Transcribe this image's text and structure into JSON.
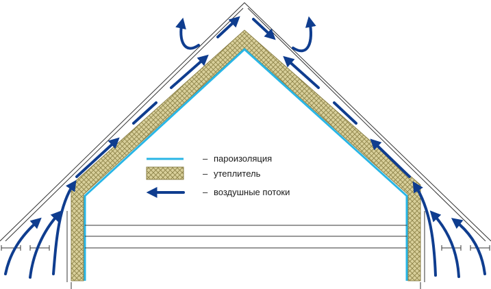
{
  "legend": {
    "vapor_barrier": "пароизоляция",
    "insulation": "утеплитель",
    "air_flow": "воздушные потоки",
    "dash": "–"
  },
  "colors": {
    "vapor_barrier": "#29b6e6",
    "insulation_fill": "#d8cf9a",
    "insulation_hatch": "#8a7f45",
    "air_flow": "#0f3d8f",
    "lines": "#333333"
  }
}
